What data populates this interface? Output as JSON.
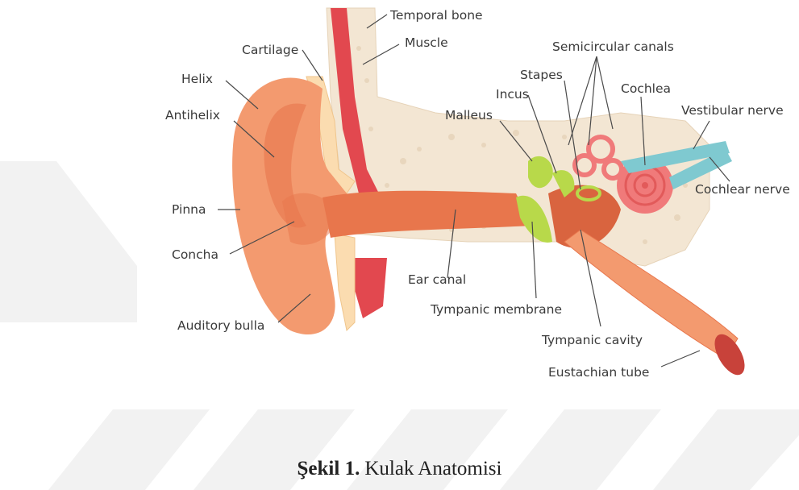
{
  "labels": {
    "temporal_bone": "Temporal bone",
    "cartilage": "Cartilage",
    "muscle": "Muscle",
    "semicircular_canals": "Semicircular canals",
    "helix": "Helix",
    "stapes": "Stapes",
    "cochlea": "Cochlea",
    "incus": "Incus",
    "antihelix": "Antihelix",
    "malleus": "Malleus",
    "vestibular_nerve": "Vestibular nerve",
    "cochlear_nerve": "Cochlear nerve",
    "pinna": "Pinna",
    "concha": "Concha",
    "ear_canal": "Ear canal",
    "tympanic_membrane": "Tympanic membrane",
    "auditory_bulla": "Auditory bulla",
    "tympanic_cavity": "Tympanic cavity",
    "eustachian_tube": "Eustachian tube"
  },
  "caption": {
    "number": "Şekil 1.",
    "text": "Kulak Anatomisi"
  },
  "colors": {
    "bone": "#f3e6d3",
    "skin": "#f39a6f",
    "skin_dark": "#e8764c",
    "muscle": "#e2484f",
    "cartilage": "#fbdcb0",
    "ossicle": "#b8d94a",
    "cochlea": "#f07a7a",
    "nerve": "#7fc9d0",
    "watermark": "#f2f2f2"
  }
}
